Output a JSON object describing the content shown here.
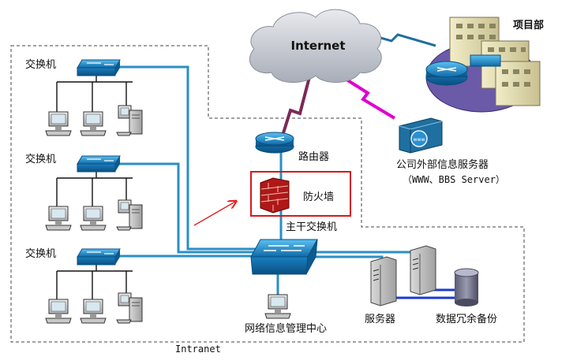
{
  "labels": {
    "internet": "Internet",
    "project_dept": "项目部",
    "switch_1": "交换机",
    "switch_2": "交换机",
    "switch_3": "交换机",
    "router": "路由器",
    "firewall": "防火墙",
    "core_switch": "主干交换机",
    "external_server": "公司外部信息服务器",
    "external_server_sub": "（WWW、BBS Server）",
    "server": "服务器",
    "backup": "数据冗余备份",
    "nmc": "网络信息管理中心",
    "intranet": "Intranet"
  },
  "colors": {
    "cable": "#2a8fc4",
    "wan_link": "#7a2a57",
    "magenta_link": "#e000d0",
    "device_blue": "#1a7fc0",
    "firewall_box": "#d21a1a",
    "arrow": "#e02020",
    "cloud": "#c8ccd4"
  }
}
